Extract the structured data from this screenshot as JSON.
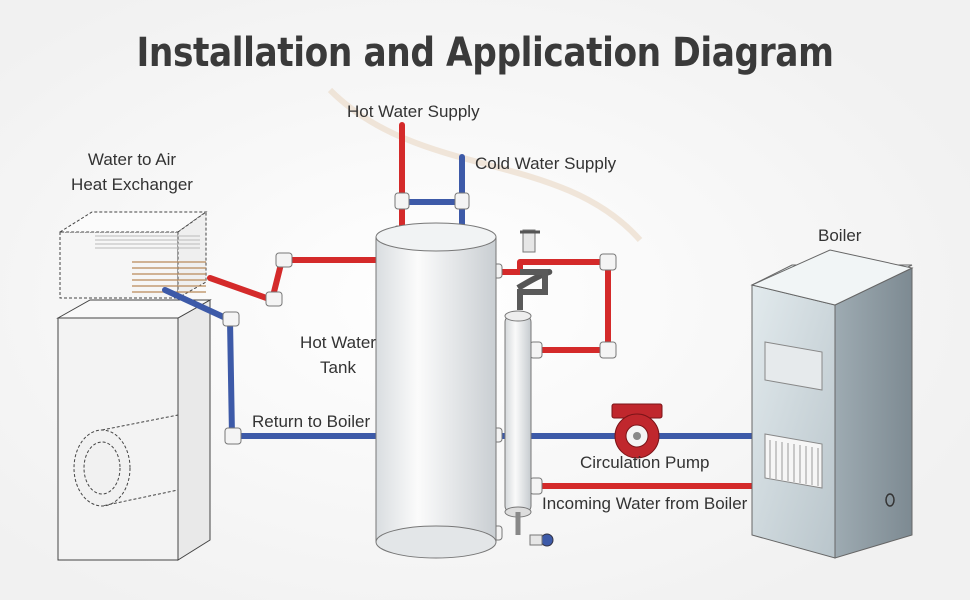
{
  "title": "Installation and Application Diagram",
  "labels": {
    "hot_water_supply": "Hot Water Supply",
    "cold_water_supply": "Cold Water Supply",
    "heat_exchanger_line1": "Water to Air",
    "heat_exchanger_line2": "Heat Exchanger",
    "boiler": "Boiler",
    "hot_water_tank_line1": "Hot Water",
    "hot_water_tank_line2": "Tank",
    "return_to_boiler": "Return to Boiler",
    "circulation_pump": "Circulation Pump",
    "incoming_water": "Incoming Water from Boiler"
  },
  "colors": {
    "hot_pipe": "#d42a2a",
    "cold_pipe": "#3d5aa8",
    "title": "#3a3a3a",
    "boiler_body": "#c9d3d8",
    "pump": "#c0272d"
  }
}
